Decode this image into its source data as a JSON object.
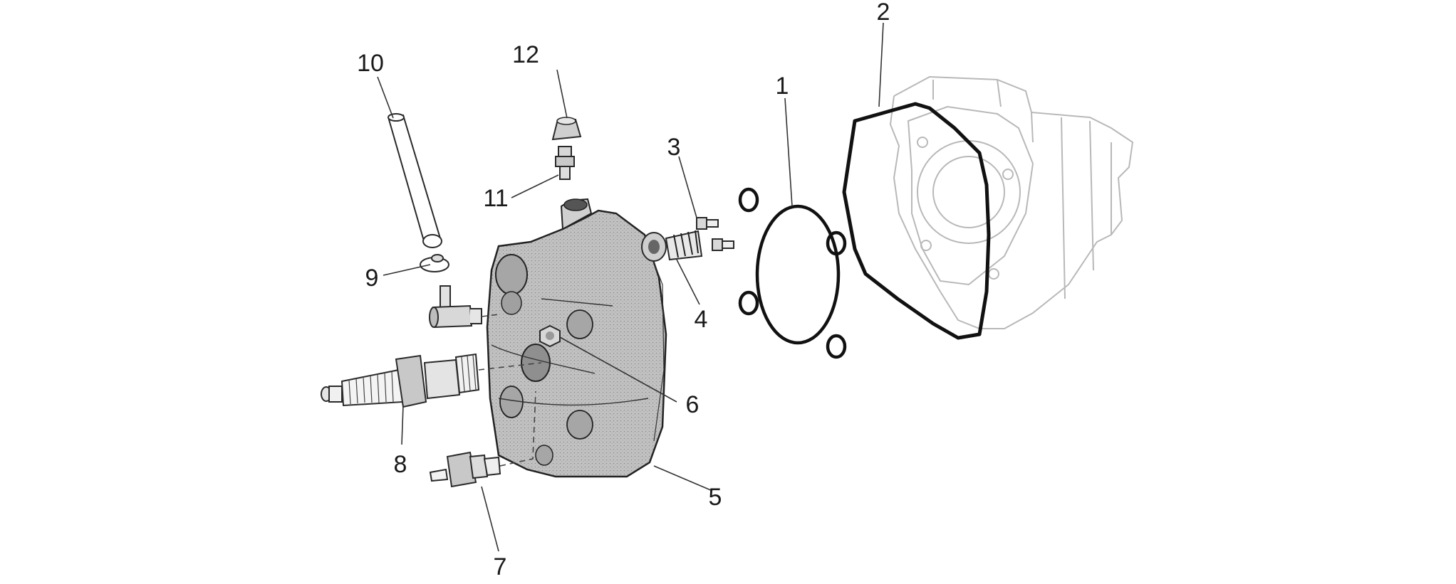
{
  "callouts": [
    {
      "id": "1",
      "text": "1"
    },
    {
      "id": "2",
      "text": "2"
    },
    {
      "id": "3",
      "text": "3"
    },
    {
      "id": "4",
      "text": "4"
    },
    {
      "id": "5",
      "text": "5"
    },
    {
      "id": "6",
      "text": "6"
    },
    {
      "id": "7",
      "text": "7"
    },
    {
      "id": "8",
      "text": "8"
    },
    {
      "id": "9",
      "text": "9"
    },
    {
      "id": "10",
      "text": "10"
    },
    {
      "id": "11",
      "text": "11"
    },
    {
      "id": "12",
      "text": "12"
    }
  ],
  "colors": {
    "background": "#ffffff",
    "line": "#2a2a2a",
    "ghost_line": "#b8b8b8",
    "head_fill": "#b9b9b9",
    "part_fill": "#d9d9d9"
  }
}
